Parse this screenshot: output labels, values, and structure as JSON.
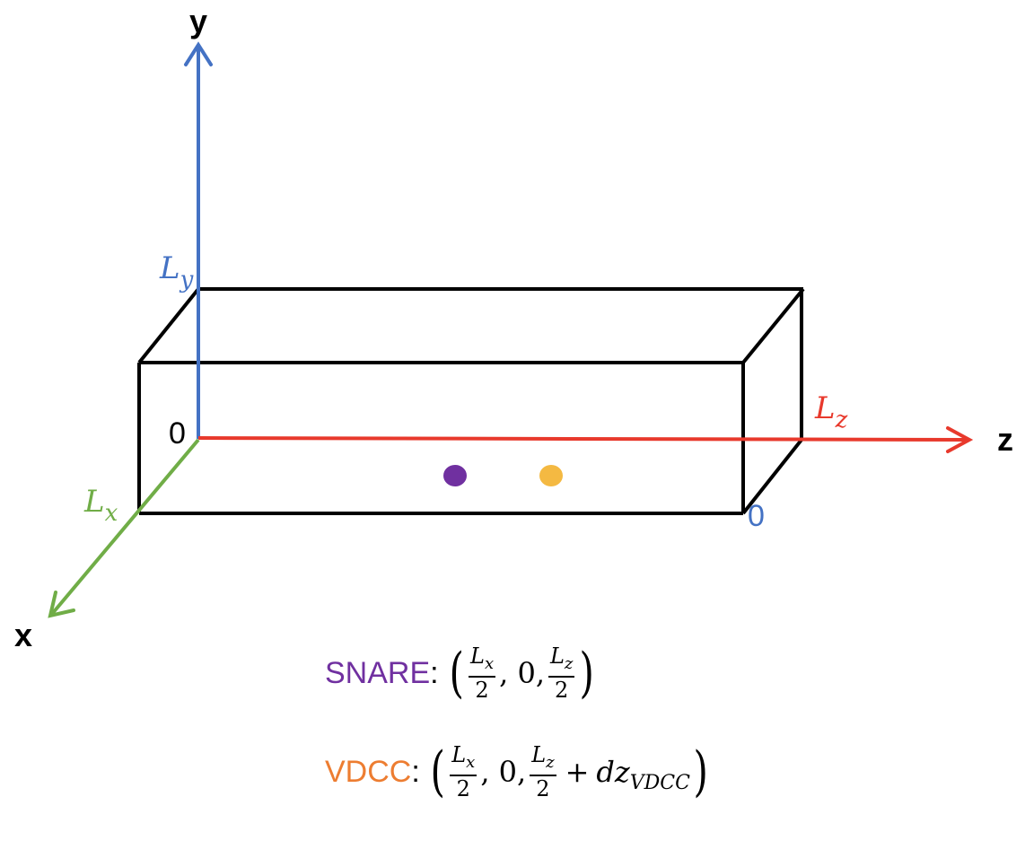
{
  "axes": {
    "x": {
      "name": "x",
      "length_label": "L",
      "length_sub": "x",
      "color": "#70AD47"
    },
    "y": {
      "name": "y",
      "length_label": "L",
      "length_sub": "y",
      "color": "#4472C4"
    },
    "z": {
      "name": "z",
      "length_label": "L",
      "length_sub": "z",
      "color": "#E8392C"
    }
  },
  "origin_labels": {
    "front": "0",
    "back": "0"
  },
  "particles": [
    {
      "name": "SNARE",
      "color": "#7030A0"
    },
    {
      "name": "VDCC",
      "color": "#F4B942"
    }
  ],
  "legend": {
    "snare": {
      "label": "SNARE",
      "colon": ":",
      "label_color": "#7030A0",
      "open": "(",
      "close": ")",
      "frac1_num": "L",
      "frac1_sub": "x",
      "frac1_den": "2",
      "sep1": ", 0,",
      "frac2_num": "L",
      "frac2_sub": "z",
      "frac2_den": "2"
    },
    "vdcc": {
      "label": "VDCC",
      "colon": ":",
      "label_color": "#ED7D31",
      "open": "(",
      "close": ")",
      "frac1_num": "L",
      "frac1_sub": "x",
      "frac1_den": "2",
      "sep1": ", 0,",
      "frac2_num": "L",
      "frac2_sub": "z",
      "frac2_den": "2",
      "plus": "+",
      "dz": "dz",
      "dz_sub": "VDCC"
    }
  }
}
